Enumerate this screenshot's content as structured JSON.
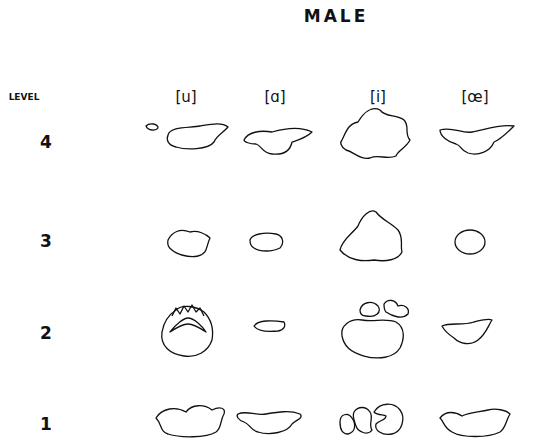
{
  "diagram": {
    "title": "MALE",
    "labels": [
      "LEVEL",
      "[u]",
      "[ɑ]",
      "[i]",
      "[œ]",
      "4",
      "3",
      "2",
      "1"
    ]
  }
}
